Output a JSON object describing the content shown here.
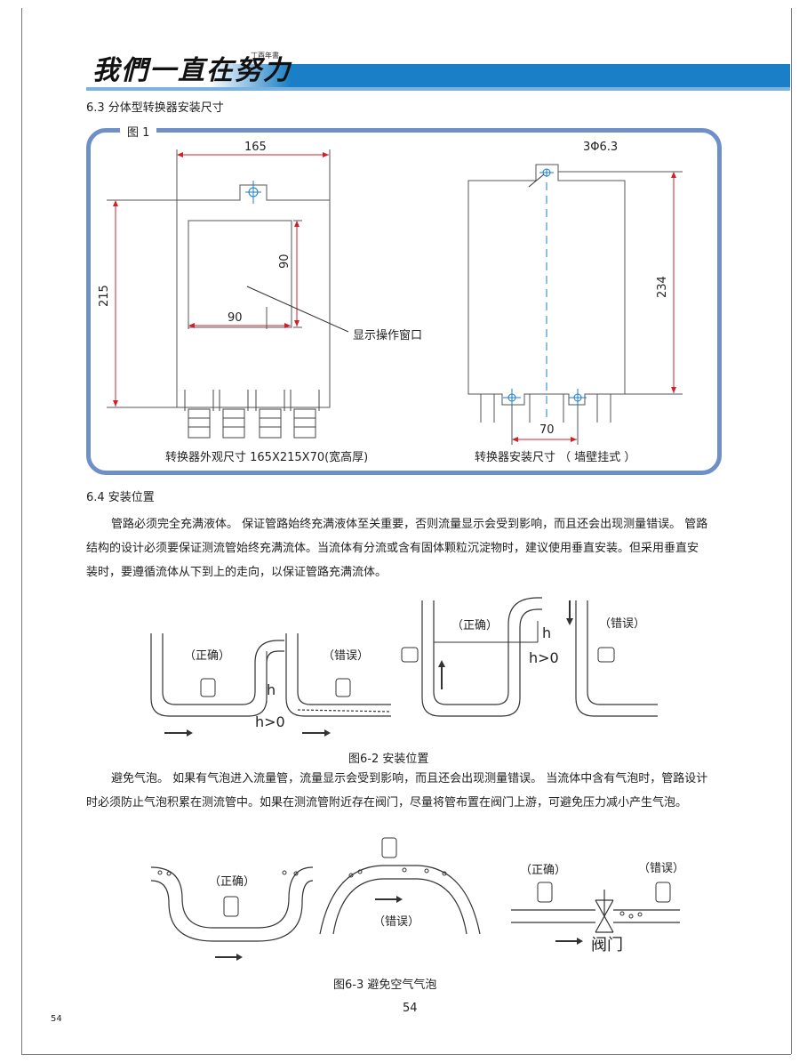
{
  "header": {
    "logo_text": "我們一直在努力",
    "seal_text": "丁酉年書"
  },
  "section_title": "6.3 分体型转换器安装尺寸",
  "figure1": {
    "label": "图 1",
    "left": {
      "dim_width": "165",
      "dim_height": "215",
      "dim_window_h": "90",
      "dim_window_w": "90",
      "window_label": "显示操作窗口",
      "caption": "转换器外观尺寸  165X215X70(宽高厚)"
    },
    "right": {
      "hole_label": "3Φ6.3",
      "dim_height": "234",
      "dim_bottom": "70",
      "caption": "转换器安装尺寸  （ 墙壁挂式 ）"
    }
  },
  "section_64": {
    "title": "6.4  安装位置",
    "paragraph_lines": [
      "管路必须完全充满液体。 保证管路始终充满液体至关重要，否则流量显示会受到影响，而且还会出现测量错误。 管路",
      "结构的设计必须要保证测流管始终充满流体。当流体有分流或含有固体颗粒沉淀物时，建议使用垂直安装。但采用垂直安",
      "装时，要遵循流体从下到上的走向，以保证管路充满流体。"
    ]
  },
  "figure2": {
    "labels": {
      "correct": "（正确）",
      "wrong": "（错误）",
      "h": "h",
      "h_gt0": "h>0"
    },
    "caption": "图6-2 安装位置"
  },
  "bubble_paragraph": {
    "lines": [
      "避免气泡。 如果有气泡进入流量管，流量显示会受到影响，而且还会出现测量错误。 当流体中含有气泡时，管路设计",
      "时必须防止气泡积累在测流管中。如果在测流管附近存在阀门，尽量将管布置在阀门上游，可避免压力减小产生气泡。"
    ]
  },
  "figure3": {
    "labels": {
      "correct": "（正确）",
      "wrong": "（错误）",
      "valve": "阀门"
    },
    "caption": "图6-3 避免空气气泡"
  },
  "page_number_center": "54",
  "page_number_left": "54",
  "colors": {
    "dim_red": "#d0202a",
    "frame_blue": "#6f8fc8",
    "header_blue": "#1a7fc6"
  }
}
